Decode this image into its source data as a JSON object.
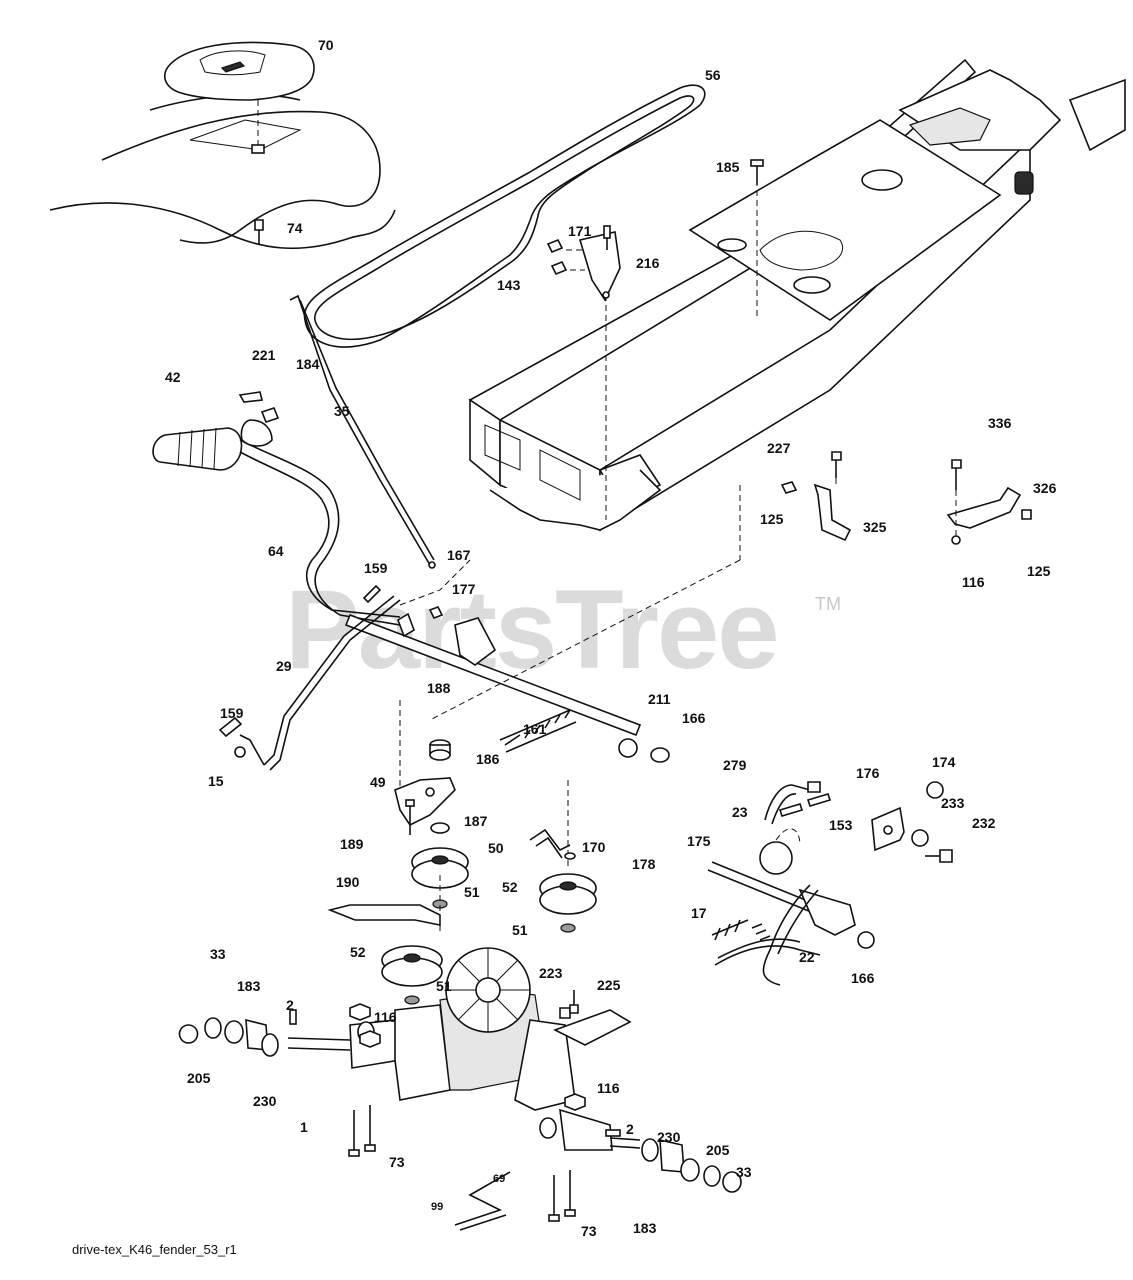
{
  "diagram": {
    "filename": "drive-tex_K46_fender_53_r1",
    "watermark": "PartsTree",
    "trademark": "TM"
  },
  "callouts": [
    {
      "id": "c70",
      "text": "70"
    },
    {
      "id": "c56",
      "text": "56"
    },
    {
      "id": "c74",
      "text": "74"
    },
    {
      "id": "c185",
      "text": "185"
    },
    {
      "id": "c171",
      "text": "171"
    },
    {
      "id": "c216",
      "text": "216"
    },
    {
      "id": "c143",
      "text": "143"
    },
    {
      "id": "c221",
      "text": "221"
    },
    {
      "id": "c184",
      "text": "184"
    },
    {
      "id": "c42",
      "text": "42"
    },
    {
      "id": "c35",
      "text": "35"
    },
    {
      "id": "c227",
      "text": "227"
    },
    {
      "id": "c336",
      "text": "336"
    },
    {
      "id": "c326",
      "text": "326"
    },
    {
      "id": "c125a",
      "text": "125"
    },
    {
      "id": "c325",
      "text": "325"
    },
    {
      "id": "c116a",
      "text": "116"
    },
    {
      "id": "c125b",
      "text": "125"
    },
    {
      "id": "c64",
      "text": "64"
    },
    {
      "id": "c159a",
      "text": "159"
    },
    {
      "id": "c167",
      "text": "167"
    },
    {
      "id": "c177",
      "text": "177"
    },
    {
      "id": "c29",
      "text": "29"
    },
    {
      "id": "c188",
      "text": "188"
    },
    {
      "id": "c159b",
      "text": "159"
    },
    {
      "id": "c15",
      "text": "15"
    },
    {
      "id": "c211",
      "text": "211"
    },
    {
      "id": "c166a",
      "text": "166"
    },
    {
      "id": "c161",
      "text": "161"
    },
    {
      "id": "c186",
      "text": "186"
    },
    {
      "id": "c279",
      "text": "279"
    },
    {
      "id": "c176",
      "text": "176"
    },
    {
      "id": "c174",
      "text": "174"
    },
    {
      "id": "c49",
      "text": "49"
    },
    {
      "id": "c187",
      "text": "187"
    },
    {
      "id": "c189",
      "text": "189"
    },
    {
      "id": "c153",
      "text": "153"
    },
    {
      "id": "c23",
      "text": "23"
    },
    {
      "id": "c233",
      "text": "233"
    },
    {
      "id": "c232",
      "text": "232"
    },
    {
      "id": "c50",
      "text": "50"
    },
    {
      "id": "c170",
      "text": "170"
    },
    {
      "id": "c175",
      "text": "175"
    },
    {
      "id": "c190",
      "text": "190"
    },
    {
      "id": "c178",
      "text": "178"
    },
    {
      "id": "c52a",
      "text": "52"
    },
    {
      "id": "c51a",
      "text": "51"
    },
    {
      "id": "c51b",
      "text": "51"
    },
    {
      "id": "c17",
      "text": "17"
    },
    {
      "id": "c22",
      "text": "22"
    },
    {
      "id": "c166b",
      "text": "166"
    },
    {
      "id": "c52b",
      "text": "52"
    },
    {
      "id": "c51c",
      "text": "51"
    },
    {
      "id": "c33a",
      "text": "33"
    },
    {
      "id": "c183a",
      "text": "183"
    },
    {
      "id": "c223",
      "text": "223"
    },
    {
      "id": "c225",
      "text": "225"
    },
    {
      "id": "c2a",
      "text": "2"
    },
    {
      "id": "c116b",
      "text": "116"
    },
    {
      "id": "c205a",
      "text": "205"
    },
    {
      "id": "c230a",
      "text": "230"
    },
    {
      "id": "c116c",
      "text": "116"
    },
    {
      "id": "c1",
      "text": "1"
    },
    {
      "id": "c2b",
      "text": "2"
    },
    {
      "id": "c230b",
      "text": "230"
    },
    {
      "id": "c205b",
      "text": "205"
    },
    {
      "id": "c73a",
      "text": "73"
    },
    {
      "id": "c69",
      "text": "69"
    },
    {
      "id": "c33b",
      "text": "33"
    },
    {
      "id": "c99",
      "text": "99"
    },
    {
      "id": "c183b",
      "text": "183"
    },
    {
      "id": "c73b",
      "text": "73"
    }
  ]
}
